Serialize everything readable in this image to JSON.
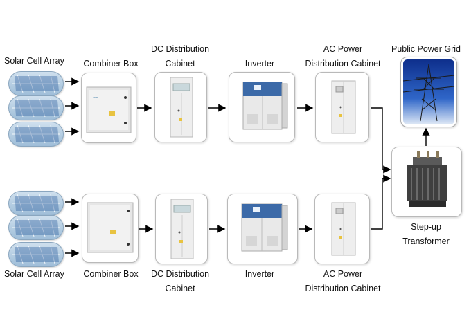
{
  "top_row": {
    "solar_label": "Solar Cell Array",
    "combiner_label": "Combiner Box",
    "dc_label_line1": "DC Distribution",
    "dc_label_line2": "Cabinet",
    "inverter_label": "Inverter",
    "ac_label_line1": "AC Power",
    "ac_label_line2": "Distribution Cabinet"
  },
  "bottom_row": {
    "solar_label": "Solar Cell Array",
    "combiner_label": "Combiner Box",
    "dc_label_line1": "DC Distribution",
    "dc_label_line2": "Cabinet",
    "inverter_label": "Inverter",
    "ac_label_line1": "AC Power",
    "ac_label_line2": "Distribution Cabinet"
  },
  "grid": {
    "label": "Public Power Grid"
  },
  "transformer": {
    "label_line1": "Step-up",
    "label_line2": "Transformer"
  }
}
